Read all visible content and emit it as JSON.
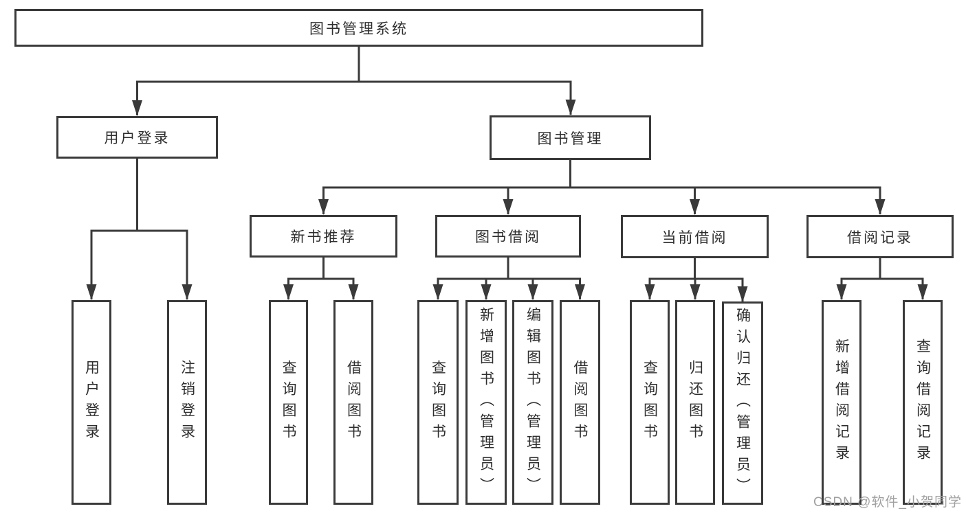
{
  "colors": {
    "line": "#3a3a3a",
    "text": "#2e2e2e",
    "watermark": "#a0a0a0"
  },
  "tree": {
    "root": {
      "label": "图书管理系统",
      "children": [
        {
          "label": "用户登录",
          "children": [
            {
              "label": "用户登录"
            },
            {
              "label": "注销登录"
            }
          ]
        },
        {
          "label": "图书管理",
          "children": [
            {
              "label": "新书推荐",
              "children": [
                {
                  "label": "查询图书"
                },
                {
                  "label": "借阅图书"
                }
              ]
            },
            {
              "label": "图书借阅",
              "children": [
                {
                  "label": "查询图书"
                },
                {
                  "label": "新增图书（管理员）"
                },
                {
                  "label": "编辑图书（管理员）"
                },
                {
                  "label": "借阅图书"
                }
              ]
            },
            {
              "label": "当前借阅",
              "children": [
                {
                  "label": "查询图书"
                },
                {
                  "label": "归还图书"
                },
                {
                  "label": "确认归还（管理员）"
                }
              ]
            },
            {
              "label": "借阅记录",
              "children": [
                {
                  "label": "新增借阅记录"
                },
                {
                  "label": "查询借阅记录"
                }
              ]
            }
          ]
        }
      ]
    }
  },
  "watermark": {
    "text": "CSDN @软件_小贺同学"
  }
}
